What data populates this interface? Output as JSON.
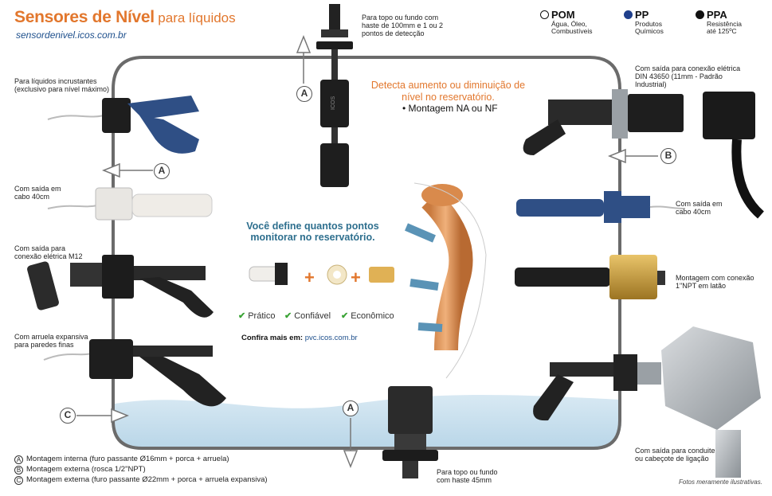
{
  "header": {
    "title": "Sensores de Nível",
    "subtitle": "para líquidos",
    "website": "sensordenivel.icos.com.br"
  },
  "materials": [
    {
      "code": "POM",
      "desc": "Água, Óleo, Combustíveis",
      "dot_color": "#ffffff"
    },
    {
      "code": "PP",
      "desc": "Produtos Químicos",
      "dot_color": "#1f3f8c"
    },
    {
      "code": "PPA",
      "desc": "Resistência até 125ºC",
      "dot_color": "#111111"
    }
  ],
  "center": {
    "headline": "Detecta aumento ou diminuição de nível no reservatório.",
    "bullet": "• Montagem NA ou NF",
    "define": "Você define quantos pontos monitorar no reservatório.",
    "features": [
      "Prático",
      "Confiável",
      "Econômico"
    ],
    "link_label": "Confira mais em:",
    "link_url": "pvc.icos.com.br"
  },
  "labels": {
    "top_center": "Para topo ou fundo com haste de 100mm e 1 ou 2 pontos de detecção",
    "left_1": "Para líquidos incrustantes (exclusivo para nível máximo)",
    "left_2": "Com saída em cabo 40cm",
    "left_3": "Com saída para conexão elétrica M12",
    "left_4": "Com arruela expansiva para paredes finas",
    "right_1": "Com saída para conexão elétrica DIN 43650 (11mm - Padrão Industrial)",
    "right_2": "Com saída em cabo 40cm",
    "right_3": "Montagem com conexão 1\"NPT em latão",
    "right_4": "Com saída para conduite ou cabeçote de ligação",
    "bottom_center": "Para topo ou fundo com haste 45mm"
  },
  "markers": {
    "a": "A",
    "b": "B",
    "c": "C"
  },
  "legend": [
    {
      "mark": "A",
      "text": "Montagem interna (furo passante Ø16mm + porca + arruela)"
    },
    {
      "mark": "B",
      "text": "Montagem externa (rosca 1/2\"NPT)"
    },
    {
      "mark": "C",
      "text": "Montagem externa (furo passante Ø22mm + porca + arruela expansiva)"
    }
  ],
  "footnote": "Fotos meramente ilustrativas.",
  "colors": {
    "orange": "#e2772d",
    "blue": "#1d4f8c",
    "water": "#cfe3ef",
    "tank": "#6b6b6b"
  }
}
